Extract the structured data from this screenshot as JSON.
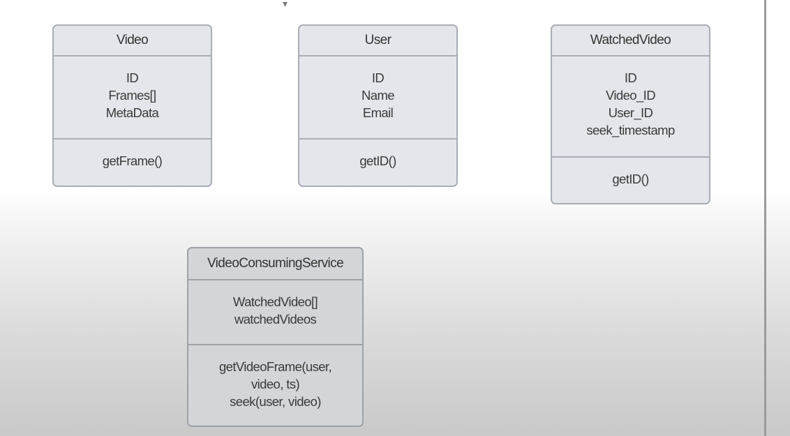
{
  "classes": {
    "video": {
      "name": "Video",
      "attributes": [
        "ID",
        "Frames[]",
        "MetaData"
      ],
      "methods": [
        "getFrame()"
      ]
    },
    "user": {
      "name": "User",
      "attributes": [
        "ID",
        "Name",
        "Email"
      ],
      "methods": [
        "getID()"
      ]
    },
    "watched_video": {
      "name": "WatchedVideo",
      "attributes": [
        "ID",
        "Video_ID",
        "User_ID",
        "seek_timestamp"
      ],
      "methods": [
        "getID()"
      ]
    },
    "video_consuming_service": {
      "name": "VideoConsumingService",
      "attributes": [
        "WatchedVideo[]",
        "watchedVideos"
      ],
      "methods": [
        "getVideoFrame(user,",
        "video, ts)",
        "seek(user, video)"
      ]
    }
  }
}
